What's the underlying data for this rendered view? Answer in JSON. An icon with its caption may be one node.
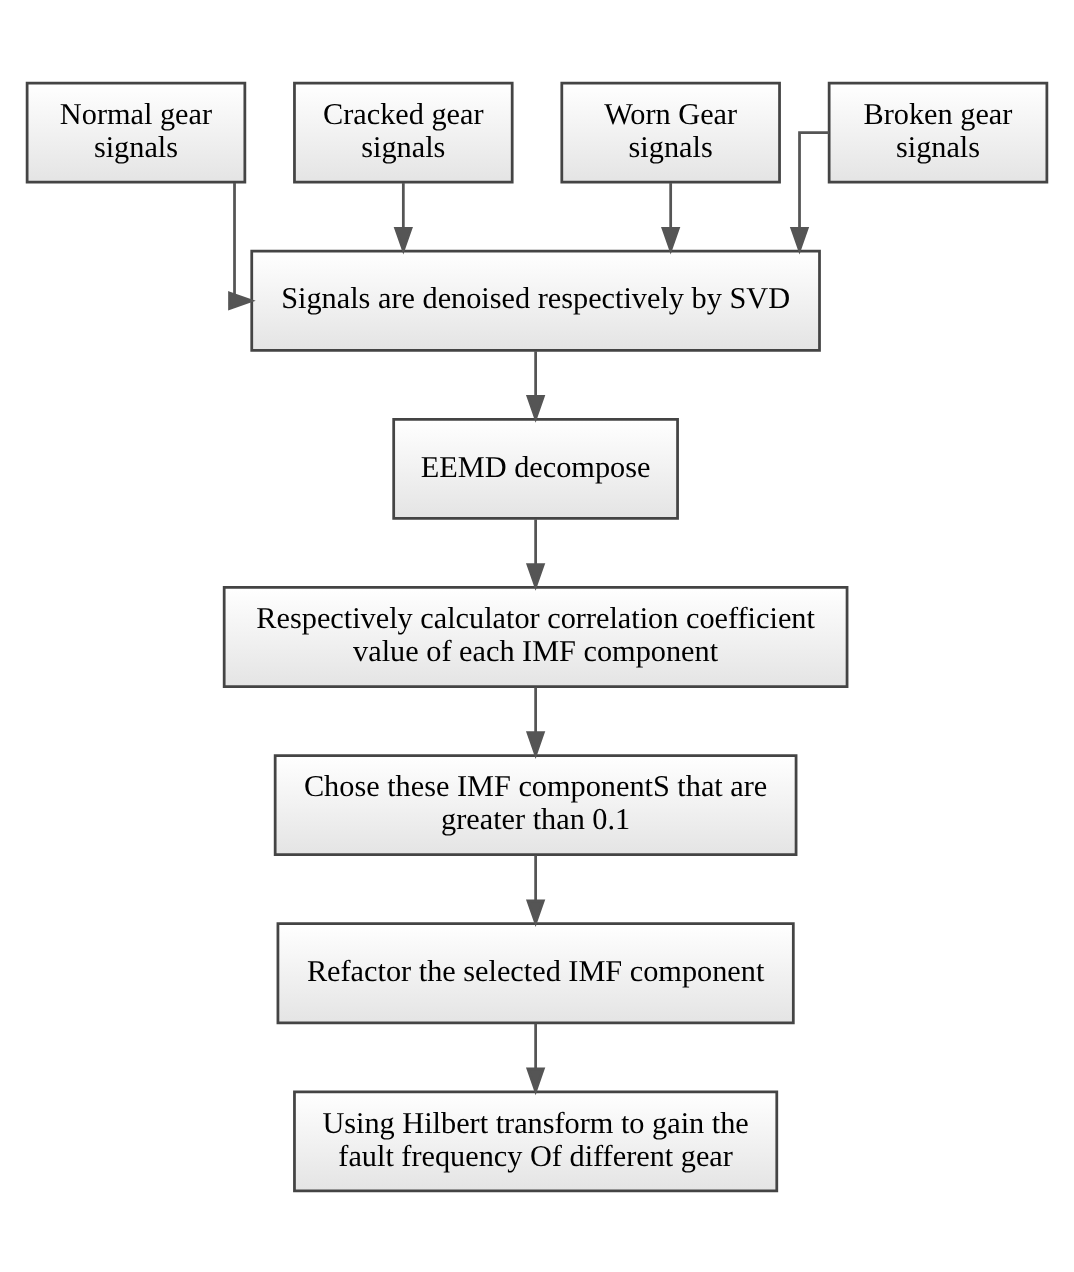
{
  "diagram": {
    "nodes": [
      {
        "text": [
          "Normal gear signals"
        ]
      },
      {
        "text": [
          "Cracked gear signals"
        ]
      },
      {
        "text": [
          "Worn Gear signals"
        ]
      },
      {
        "text": [
          "Broken gear signals"
        ]
      },
      {
        "text": [
          "Signals are denoised respectively by SVD"
        ]
      },
      {
        "text": [
          "EEMD decompose"
        ]
      },
      {
        "text": [
          "Respectively calculator correlation coefficient value of each IMF component"
        ]
      },
      {
        "text": [
          "Chose these IMF componentS that are greater than 0.1"
        ]
      },
      {
        "text": [
          "Refactor the selected IMF component"
        ]
      },
      {
        "text": [
          "Using Hilbert transform to gain the  fault frequency Of different gear"
        ]
      }
    ],
    "edges": [
      {
        "from": 0,
        "to": 4,
        "arrow": "to"
      },
      {
        "from": 1,
        "to": 4,
        "arrow": "to"
      },
      {
        "from": 2,
        "to": 4,
        "arrow": "to"
      },
      {
        "from": 3,
        "to": 4,
        "arrow": "to"
      },
      {
        "from": 4,
        "to": 5,
        "arrow": "to"
      },
      {
        "from": 5,
        "to": 6,
        "arrow": "to"
      },
      {
        "from": 6,
        "to": 7,
        "arrow": "to"
      },
      {
        "from": 7,
        "to": 8,
        "arrow": "to"
      },
      {
        "from": 8,
        "to": 9,
        "arrow": "to"
      }
    ]
  }
}
